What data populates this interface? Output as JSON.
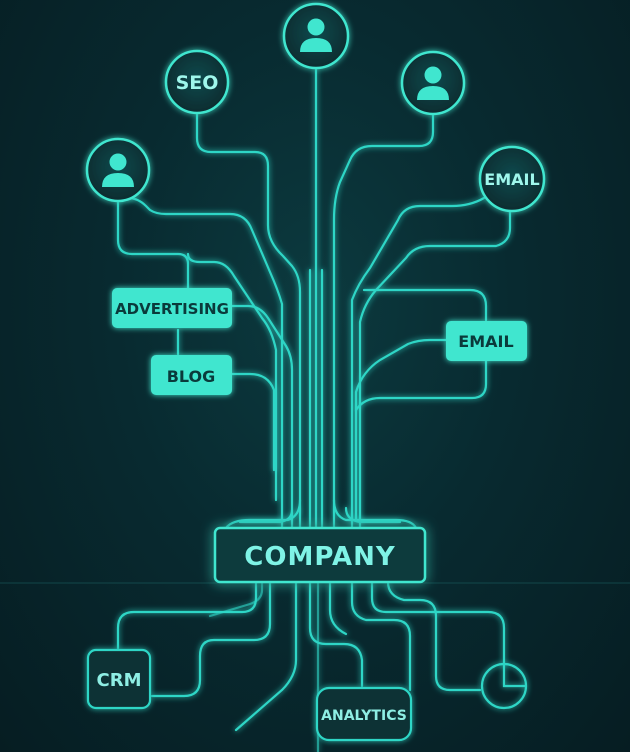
{
  "nodes": {
    "seo": {
      "label": "SEO"
    },
    "email_top": {
      "label": "EMAIL"
    },
    "advertising": {
      "label": "ADVERTISING"
    },
    "blog": {
      "label": "BLOG"
    },
    "email_mid": {
      "label": "EMAIL"
    },
    "company": {
      "label": "COMPANY"
    },
    "crm": {
      "label": "CRM"
    },
    "analytics": {
      "label": "ANALYTICS"
    }
  },
  "icons": [
    "user-icon",
    "user-icon",
    "user-icon",
    "pie-chart-icon"
  ],
  "colors": {
    "line": "#2fd6c6",
    "line_glow": "#4ff0de",
    "tag_fill": "#3fe6cf",
    "node_fill": "#0b3438",
    "background": "#082a30"
  }
}
